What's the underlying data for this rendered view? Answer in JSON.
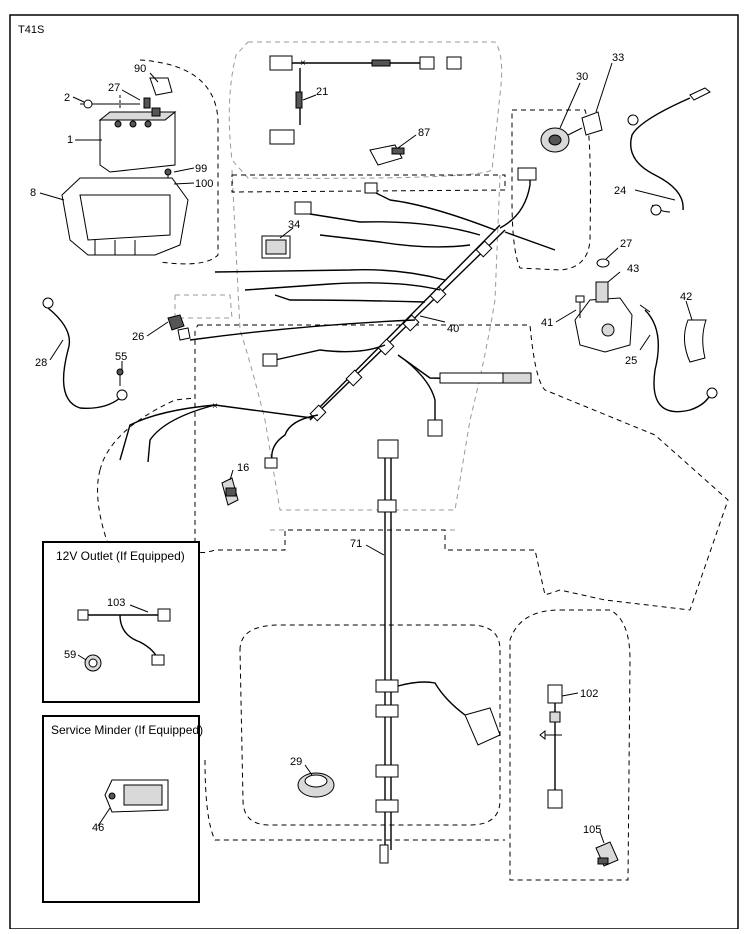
{
  "diagram_code": "T41S",
  "callouts": {
    "c90": "90",
    "c2": "2",
    "c27a": "27",
    "c1": "1",
    "c99": "99",
    "c100": "100",
    "c8": "8",
    "c21": "21",
    "c87": "87",
    "c30": "30",
    "c33": "33",
    "c24": "24",
    "c34": "34",
    "c27b": "27",
    "c43": "43",
    "c42": "42",
    "c41": "41",
    "c25": "25",
    "c26": "26",
    "c40": "40",
    "c28": "28",
    "c55": "55",
    "c16": "16",
    "c71": "71",
    "c103": "103",
    "c59": "59",
    "c46": "46",
    "c29": "29",
    "c102": "102",
    "c105": "105"
  },
  "inset_boxes": {
    "outlet_title": "12V Outlet (If Equipped)",
    "minder_title": "Service Minder (If Equipped)"
  }
}
